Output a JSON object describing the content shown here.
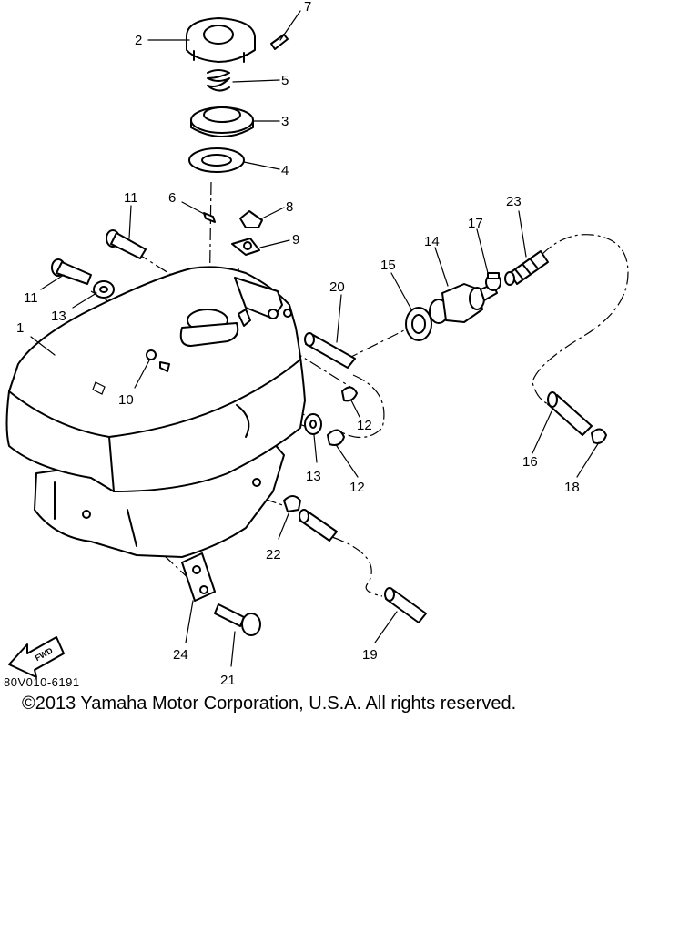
{
  "diagram": {
    "parts": [
      {
        "number": "1"
      },
      {
        "number": "2"
      },
      {
        "number": "3"
      },
      {
        "number": "4"
      },
      {
        "number": "5"
      },
      {
        "number": "6"
      },
      {
        "number": "7"
      },
      {
        "number": "8"
      },
      {
        "number": "9"
      },
      {
        "number": "10"
      },
      {
        "number": "11"
      },
      {
        "number": "11"
      },
      {
        "number": "12"
      },
      {
        "number": "12"
      },
      {
        "number": "13"
      },
      {
        "number": "13"
      },
      {
        "number": "14"
      },
      {
        "number": "15"
      },
      {
        "number": "16"
      },
      {
        "number": "17"
      },
      {
        "number": "18"
      },
      {
        "number": "19"
      },
      {
        "number": "20"
      },
      {
        "number": "21"
      },
      {
        "number": "22"
      },
      {
        "number": "23"
      },
      {
        "number": "24"
      }
    ],
    "fwd_label": "FWD",
    "diagram_code": "80V010-6191"
  },
  "footer": {
    "copyright": "©2013 Yamaha Motor Corporation, U.S.A. All rights reserved."
  }
}
